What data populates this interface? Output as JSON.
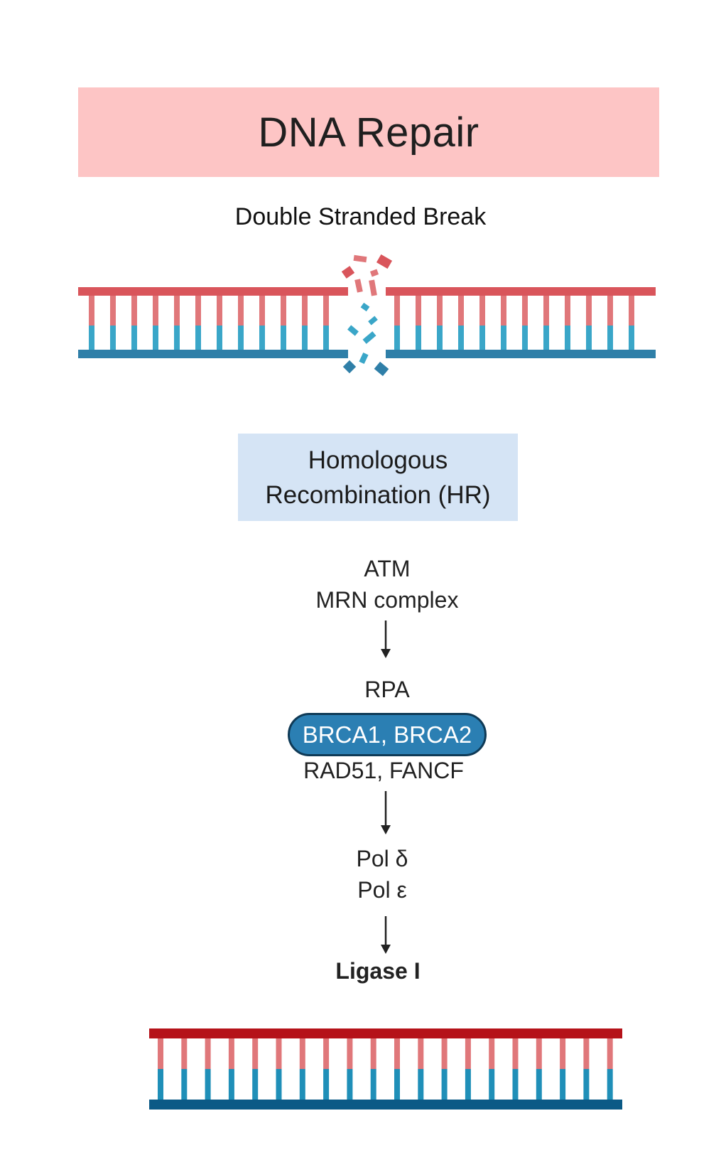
{
  "title": "DNA Repair",
  "subtitle": "Double Stranded Break",
  "pathway_box": {
    "line1": "Homologous",
    "line2": "Recombination (HR)"
  },
  "steps": {
    "step1": {
      "line1": "ATM",
      "line2": "MRN complex"
    },
    "step2": {
      "top": "RPA",
      "pill": "BRCA1, BRCA2",
      "bottom": "RAD51, FANCF"
    },
    "step3": {
      "line1": "Pol δ",
      "line2": "Pol ε"
    },
    "step4": {
      "label": "Ligase I"
    }
  },
  "colors": {
    "banner": "#fdc5c5",
    "hr_box": "#d5e4f5",
    "pill": "#2b7fb3",
    "strand_top": "#d9555b",
    "strand_bottom": "#2f7fa8",
    "rung_top": "#e0777a",
    "rung_bottom": "#3aa6c8",
    "repaired_top": "#b51219",
    "repaired_bottom": "#0b5a86"
  },
  "icons": {
    "broken_dna": "broken-dna-icon",
    "repaired_dna": "repaired-dna-icon",
    "arrow": "arrow-down-icon"
  }
}
